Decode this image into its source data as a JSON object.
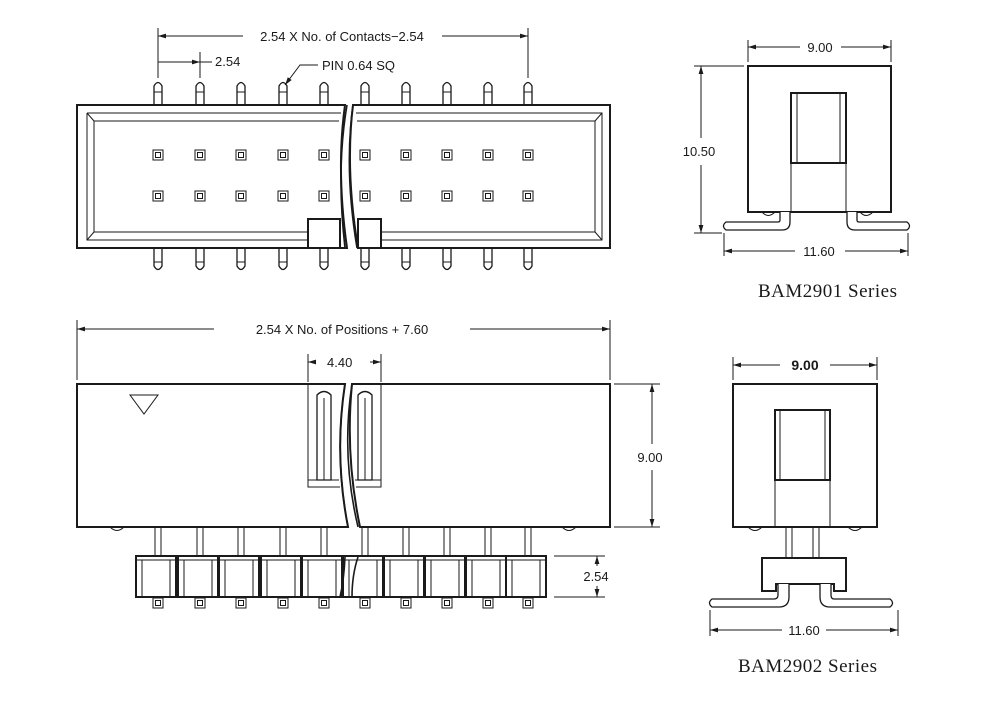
{
  "top_view": {
    "contacts_dim": "2.54 X No. of Contacts−2.54",
    "pitch_dim": "2.54",
    "pin_note": "PIN 0.64 SQ"
  },
  "side_view_1": {
    "width_dim": "9.00",
    "height_dim": "10.50",
    "foot_dim": "11.60",
    "series_label": "BAM2901 Series"
  },
  "front_view": {
    "length_dim": "2.54 X No. of Positions + 7.60",
    "key_dim": "4.40",
    "height_dim": "9.00",
    "pitch_dim": "2.54"
  },
  "side_view_2": {
    "width_dim": "9.00",
    "foot_dim": "11.60",
    "series_label": "BAM2902 Series"
  }
}
